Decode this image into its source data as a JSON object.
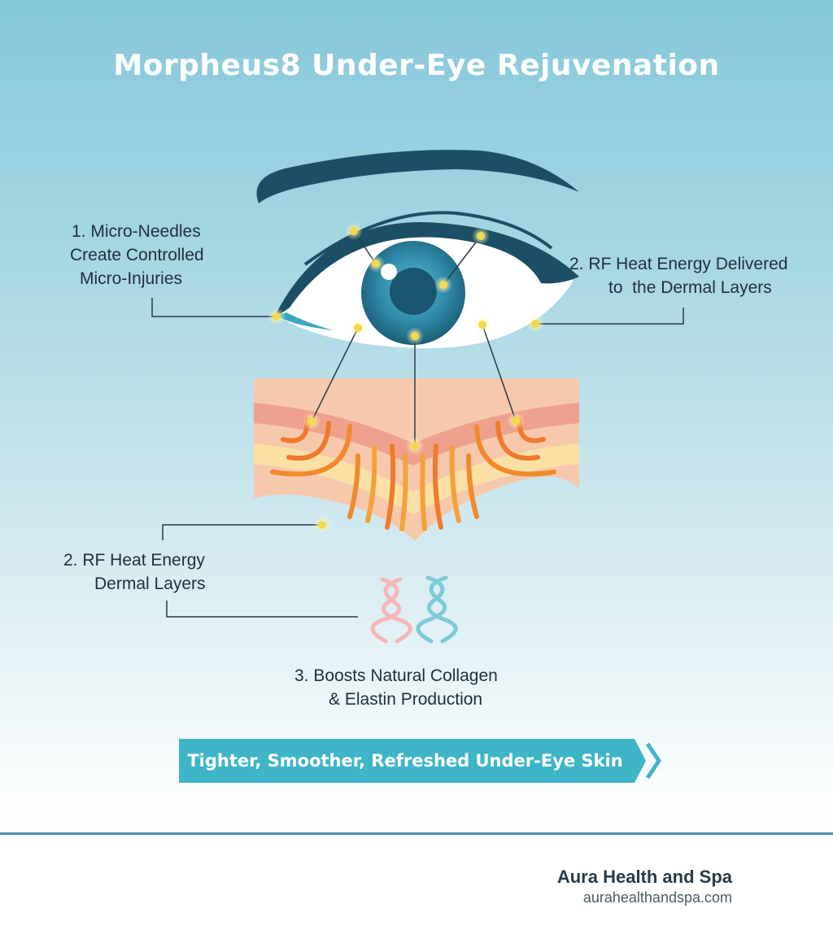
{
  "title": "Morpheus8 Under-Eye Rejuvenation",
  "labels": {
    "step1": [
      "1. Micro-Needles",
      "Create Controlled",
      "Micro-Injuries"
    ],
    "step2_top": [
      "2. RF Heat Energy Delivered",
      "to  the Dermal Layers"
    ],
    "step2_bottom": [
      "2. RF Heat Energy",
      "Dermal Layers"
    ],
    "step3": [
      "3. Boosts Natural Collagen",
      "& Elastin Production"
    ]
  },
  "banner": {
    "text": "Tighter, Smoother, Refreshed Under-Eye Skin"
  },
  "footer": {
    "brand": "Aura Health and Spa",
    "url": "aurahealthandspa.com"
  },
  "colors": {
    "accent": "#3fb6c8",
    "eye_dark": "#1b4f66",
    "heat": "#f08a2c",
    "collagen_pink": "#f6b7b7",
    "elastin_blue": "#7fcad8",
    "needle_dot": "#f7e27a"
  }
}
